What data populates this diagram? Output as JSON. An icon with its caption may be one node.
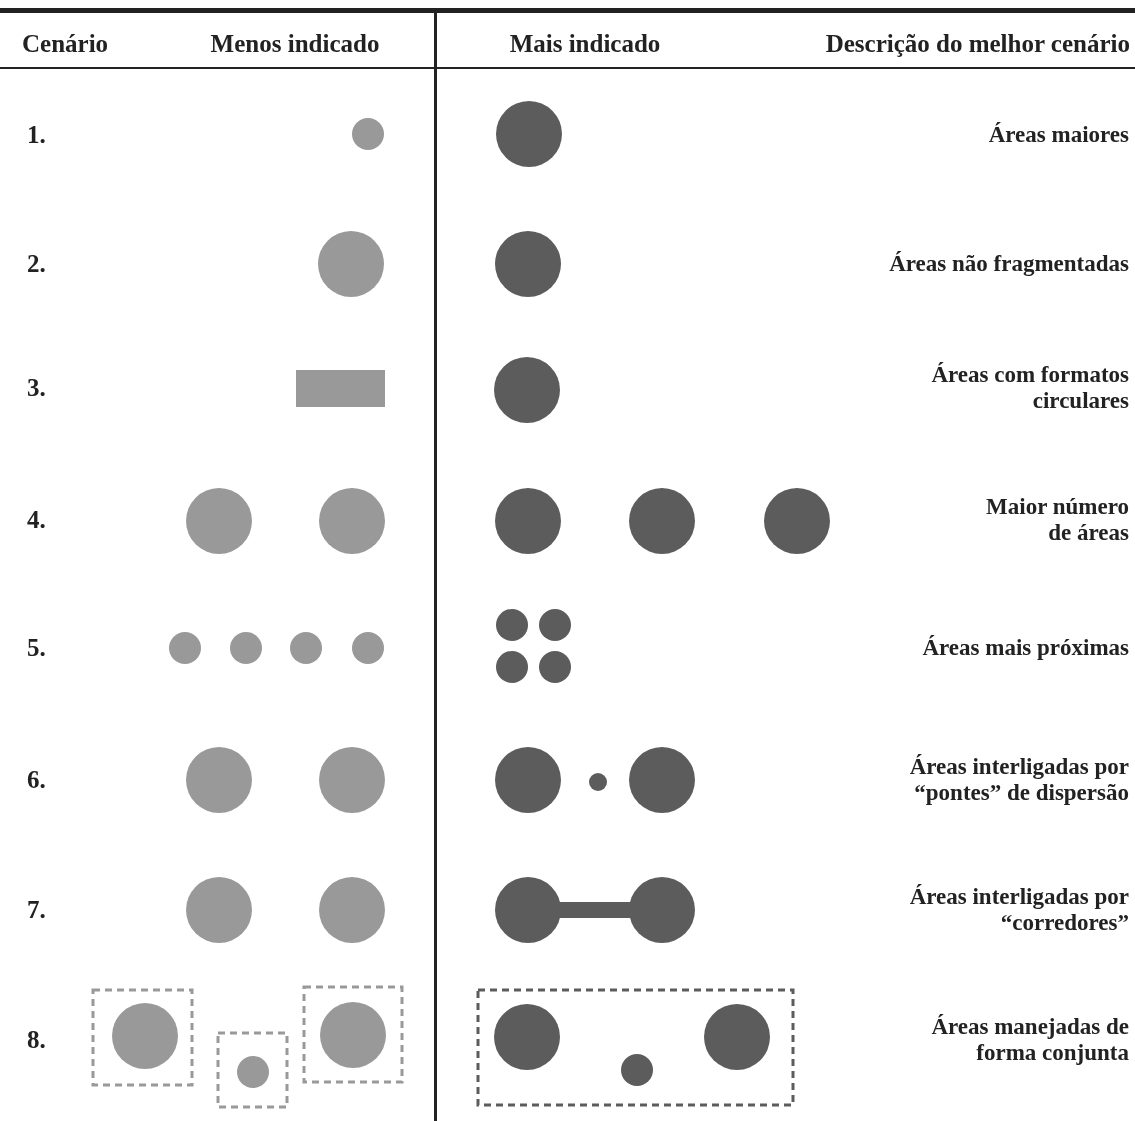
{
  "diagram": {
    "labels": [
      "Cenário",
      "Menos indicado",
      "Mais indicado",
      "Descrição do melhor cenário",
      "1.",
      "Áreas maiores",
      "2.",
      "Áreas não fragmentadas",
      "3.",
      "Áreas com formatos circulares",
      "4.",
      "Maior número de áreas",
      "5.",
      "Áreas mais próximas",
      "6.",
      "Áreas interligadas por “pontes” de dispersão",
      "7.",
      "Áreas interligadas por “corredores”",
      "8.",
      "Áreas manejadas de forma conjunta"
    ]
  }
}
